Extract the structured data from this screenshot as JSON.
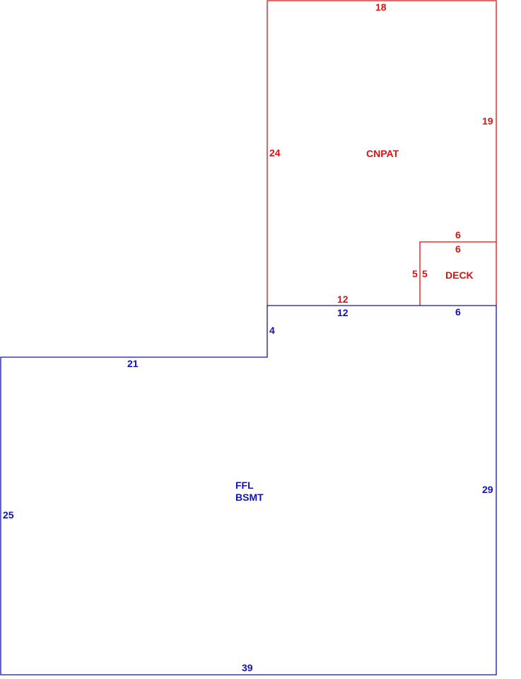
{
  "colors": {
    "main_area": "#1111bb",
    "outbuilding": "#dd1111",
    "background": "#ffffff"
  },
  "areas": {
    "main": {
      "label_line1": "FFL",
      "label_line2": "BSMT",
      "dims": {
        "top_left": "21",
        "step": "4",
        "top_middle": "12",
        "top_right": "6",
        "right": "29",
        "bottom": "39",
        "left": "25"
      }
    },
    "canopy": {
      "label": "CNPAT",
      "dims": {
        "top": "18",
        "left": "24",
        "right": "19",
        "bottom": "12"
      }
    },
    "deck": {
      "label": "DECK",
      "dims": {
        "top_outer": "6",
        "top_inner": "6",
        "left_outer": "5",
        "left_inner": "5"
      }
    }
  }
}
